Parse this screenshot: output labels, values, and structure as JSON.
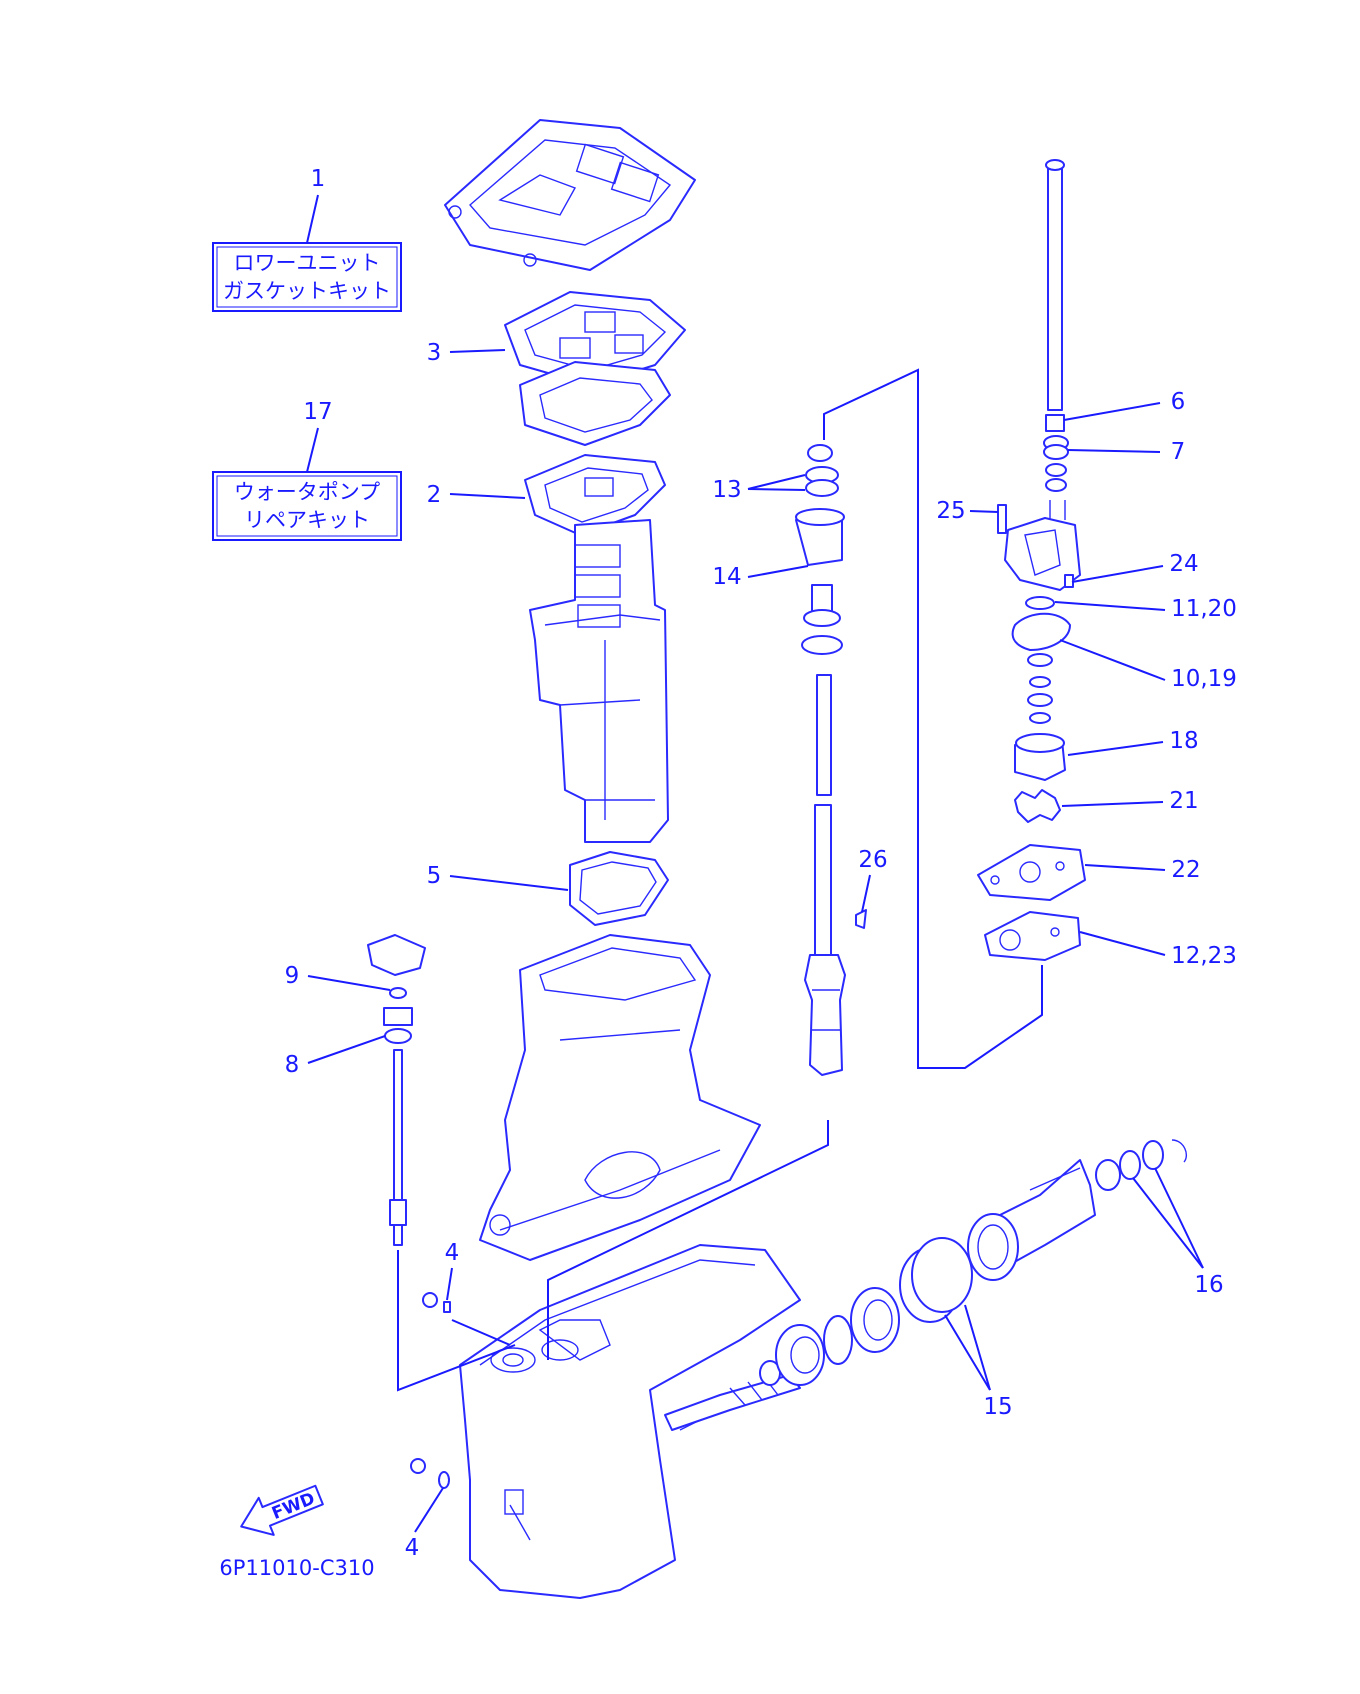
{
  "kit_boxes": {
    "gasket_kit": {
      "number": "1",
      "line1": "ロワーユニット",
      "line2": "ガスケットキット"
    },
    "water_pump_kit": {
      "number": "17",
      "line1": "ウォータポンプ",
      "line2": "リペアキット"
    }
  },
  "callouts": {
    "c3": "3",
    "c2": "2",
    "c5": "5",
    "c9": "9",
    "c8": "8",
    "c4_upper": "4",
    "c4_lower": "4",
    "c13": "13",
    "c14": "14",
    "c26": "26",
    "c6": "6",
    "c7": "7",
    "c25": "25",
    "c24": "24",
    "c11_20": "11,20",
    "c10_19": "10,19",
    "c18": "18",
    "c21": "21",
    "c22": "22",
    "c12_23": "12,23",
    "c16": "16",
    "c15": "15"
  },
  "fwd_label": "FWD",
  "diagram_code": "6P11010-C310",
  "colors": {
    "line": "#1a1aff",
    "background": "#ffffff"
  }
}
